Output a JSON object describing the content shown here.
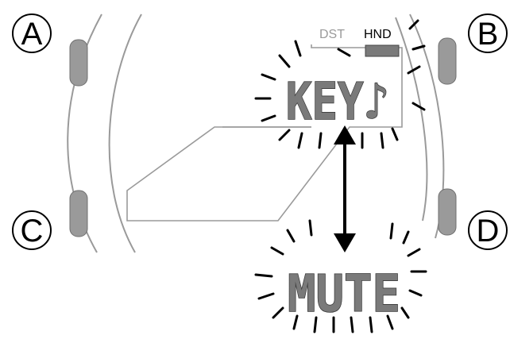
{
  "buttons": {
    "a": "A",
    "b": "B",
    "c": "C",
    "d": "D"
  },
  "indicators": {
    "dst": "DST",
    "hnd": "HND"
  },
  "display": {
    "upper": "KEY♪",
    "lower": "MUTE"
  },
  "colors": {
    "case_line": "#9a9a9a",
    "button_fill": "#9a9a9a",
    "lcd_segment": "#7a7a7a",
    "arrow": "#000000"
  }
}
